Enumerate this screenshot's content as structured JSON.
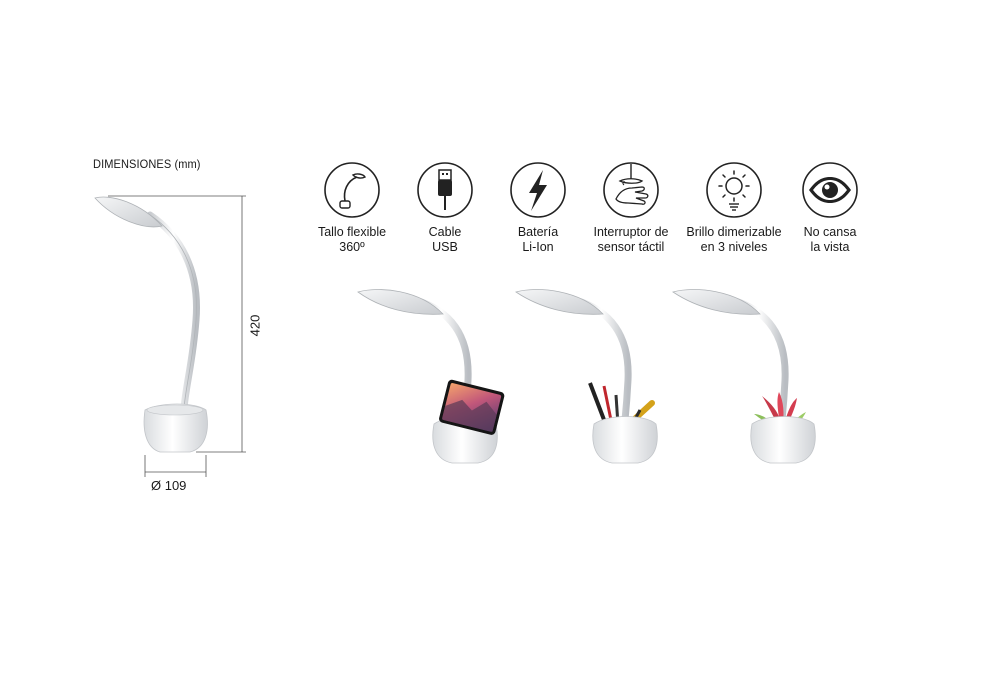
{
  "dimensions": {
    "title": "DIMENSIONES (mm)",
    "height_label": "420",
    "diameter_label": "Ø 109"
  },
  "features": [
    {
      "icon": "flexible-stem-icon",
      "label": "Tallo flexible\n360º"
    },
    {
      "icon": "usb-cable-icon",
      "label": "Cable\nUSB"
    },
    {
      "icon": "lightning-bolt-icon",
      "label": "Batería\nLi-Ion"
    },
    {
      "icon": "touch-sensor-hand-icon",
      "label": "Interruptor de\nsensor táctil"
    },
    {
      "icon": "sun-brightness-icon",
      "label": "Brillo dimerizable\nen 3 niveles"
    },
    {
      "icon": "eye-icon",
      "label": "No cansa\nla vista"
    }
  ],
  "colors": {
    "lamp_body": "#f2f3f4",
    "lamp_shade": "#e3e5e7",
    "outline": "#2a2a2a",
    "dimension_line": "#555555"
  }
}
